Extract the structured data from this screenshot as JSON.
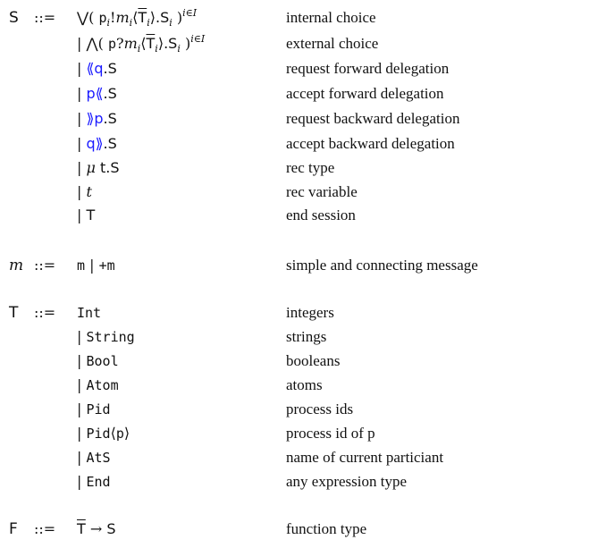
{
  "grammar": [
    {
      "nonterminal": "S",
      "nt_style": "sans",
      "def": "::=",
      "productions": [
        {
          "desc": "internal choice"
        },
        {
          "desc": "external choice"
        },
        {
          "desc": "request forward delegation"
        },
        {
          "desc": "accept forward delegation"
        },
        {
          "desc": "request backward delegation"
        },
        {
          "desc": "accept backward delegation"
        },
        {
          "desc": "rec type"
        },
        {
          "desc": "rec variable"
        },
        {
          "desc": "end session"
        }
      ]
    },
    {
      "nonterminal": "m",
      "nt_style": "italic",
      "def": "::=",
      "productions": [
        {
          "desc": "simple and connecting message"
        }
      ]
    },
    {
      "nonterminal": "T",
      "nt_style": "sans",
      "def": "::=",
      "productions": [
        {
          "desc": "integers"
        },
        {
          "desc": "strings"
        },
        {
          "desc": "booleans"
        },
        {
          "desc": "atoms"
        },
        {
          "desc": "process ids"
        },
        {
          "desc": "process id of p"
        },
        {
          "desc": "name of current particiant"
        },
        {
          "desc": "any expression type"
        }
      ]
    },
    {
      "nonterminal": "F",
      "nt_style": "sans",
      "def": "::=",
      "productions": [
        {
          "desc": "function type"
        }
      ]
    }
  ],
  "terms": {
    "pipe": "|",
    "S": "S",
    "T": "T",
    "t": "t",
    "q": "q",
    "p": "p",
    "m_simple": "m",
    "m_connect": "+m",
    "Int": "Int",
    "String": "String",
    "Bool": "Bool",
    "Atom": "Atom",
    "Pid": "Pid",
    "AtS": "AtS",
    "End": "End",
    "mu": "μ",
    "or_big": "⋁",
    "and_big": "⋀",
    "lang": "⟨",
    "rang": "⟩",
    "llang": "⟪",
    "rrang": "⟫",
    "arrow": "→",
    "idx_sup": "i∈I",
    "i": "i",
    "bang": "!",
    "query": "?",
    "lparen": "(",
    "rparen": ")",
    "dot": ".",
    "mi": "m"
  }
}
